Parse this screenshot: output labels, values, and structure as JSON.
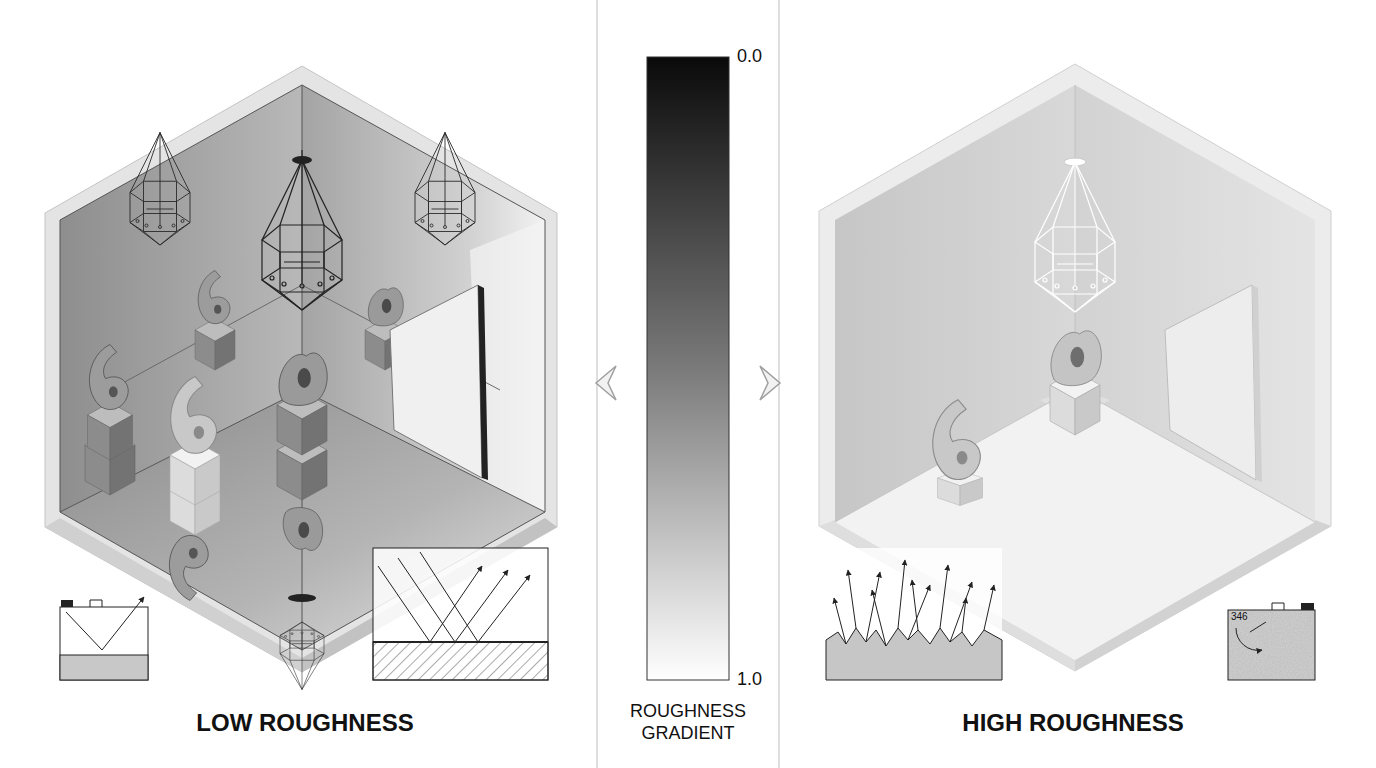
{
  "diagram": {
    "labels": [
      "0.0",
      "1.0",
      "ROUGHNESS GRADIENT",
      "LOW ROUGHNESS",
      "HIGH ROUGHNESS",
      "346"
    ]
  }
}
